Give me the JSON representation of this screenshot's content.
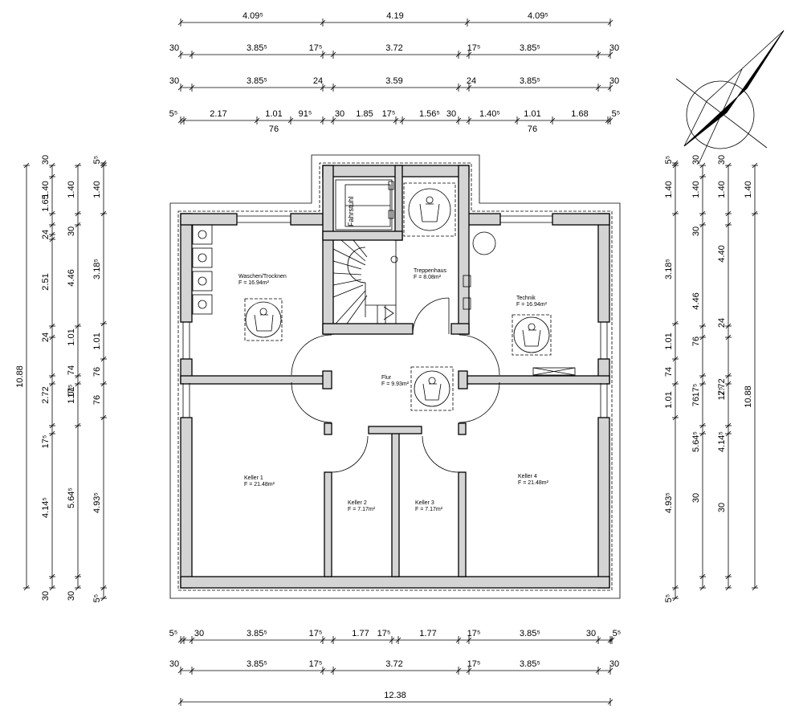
{
  "rooms": {
    "waschen": {
      "name": "Waschen/Trocknen",
      "area": "F = 16.94m²"
    },
    "treppenhaus": {
      "name": "Treppenhaus",
      "area": "F = 8.08m²"
    },
    "technik": {
      "name": "Technik",
      "area": "F = 16.94m²"
    },
    "flur": {
      "name": "Flur",
      "area": "F = 9.93m²"
    },
    "keller1": {
      "name": "Keller 1",
      "area": "F = 21.48m²"
    },
    "keller2": {
      "name": "Keller 2",
      "area": "F = 7.17m²"
    },
    "keller3": {
      "name": "Keller 3",
      "area": "F = 7.17m²"
    },
    "keller4": {
      "name": "Keller 4",
      "area": "F = 21.48m²"
    },
    "fahrstuhl": {
      "name": "Fahrstuhl"
    }
  },
  "dims": {
    "top1": [
      "4.09⁵",
      "4.19",
      "4.09⁵"
    ],
    "top2": [
      "30",
      "3.85⁵",
      "17⁵",
      "3.72",
      "17⁵",
      "3.85⁵",
      "30"
    ],
    "top3": [
      "30",
      "3.85⁵",
      "24",
      "3.59",
      "24",
      "3.85⁵",
      "30"
    ],
    "top4": [
      "5⁵",
      "2.17",
      "1.01",
      "91⁵",
      "30",
      "1.85",
      "17⁵",
      "1.56⁵",
      "30",
      "1.40⁵",
      "1.01",
      "1.68",
      "5⁵"
    ],
    "top4_sub": [
      "76",
      "76"
    ],
    "bot1": [
      "5⁵",
      "30",
      "3.85⁵",
      "17⁵",
      "1.77",
      "17⁵",
      "1.77",
      "17⁵",
      "3.85⁵",
      "30",
      "5⁵"
    ],
    "bot2": [
      "30",
      "3.85⁵",
      "17⁵",
      "3.72",
      "17⁵",
      "3.85⁵",
      "30"
    ],
    "bot3": [
      "12.38"
    ],
    "left1": [
      "10.88"
    ],
    "left2": [
      "30",
      "1.65",
      "24",
      "2.51",
      "24",
      "2.72",
      "17⁵",
      "4.14⁵",
      "30"
    ],
    "left2_top": [
      "1.40"
    ],
    "left3": [
      "1.40",
      "30",
      "4.46",
      "17⁵",
      "1.01",
      "74",
      "1.01",
      "5.64⁵",
      "30"
    ],
    "left4": [
      "5⁵",
      "1.40",
      "3.18⁵",
      "1.01",
      "76",
      "76",
      "4.93⁵",
      "5⁵"
    ],
    "right1": [
      "5⁵",
      "1.40",
      "3.18⁵",
      "1.01",
      "74",
      "1.01",
      "4.93⁵",
      "5⁵"
    ],
    "right2": [
      "30",
      "1.40",
      "30",
      "4.46",
      "76",
      "76",
      "17⁵",
      "5.64⁵",
      "30"
    ],
    "right3": [
      "30",
      "4.40",
      "24",
      "2.72",
      "17⁵",
      "4.14⁵",
      "30"
    ],
    "right3_top": [
      "1.40"
    ],
    "right4": [
      "1.40",
      "10.88"
    ]
  },
  "colors": {
    "wall": "#d4d4d4",
    "line": "#000000"
  }
}
